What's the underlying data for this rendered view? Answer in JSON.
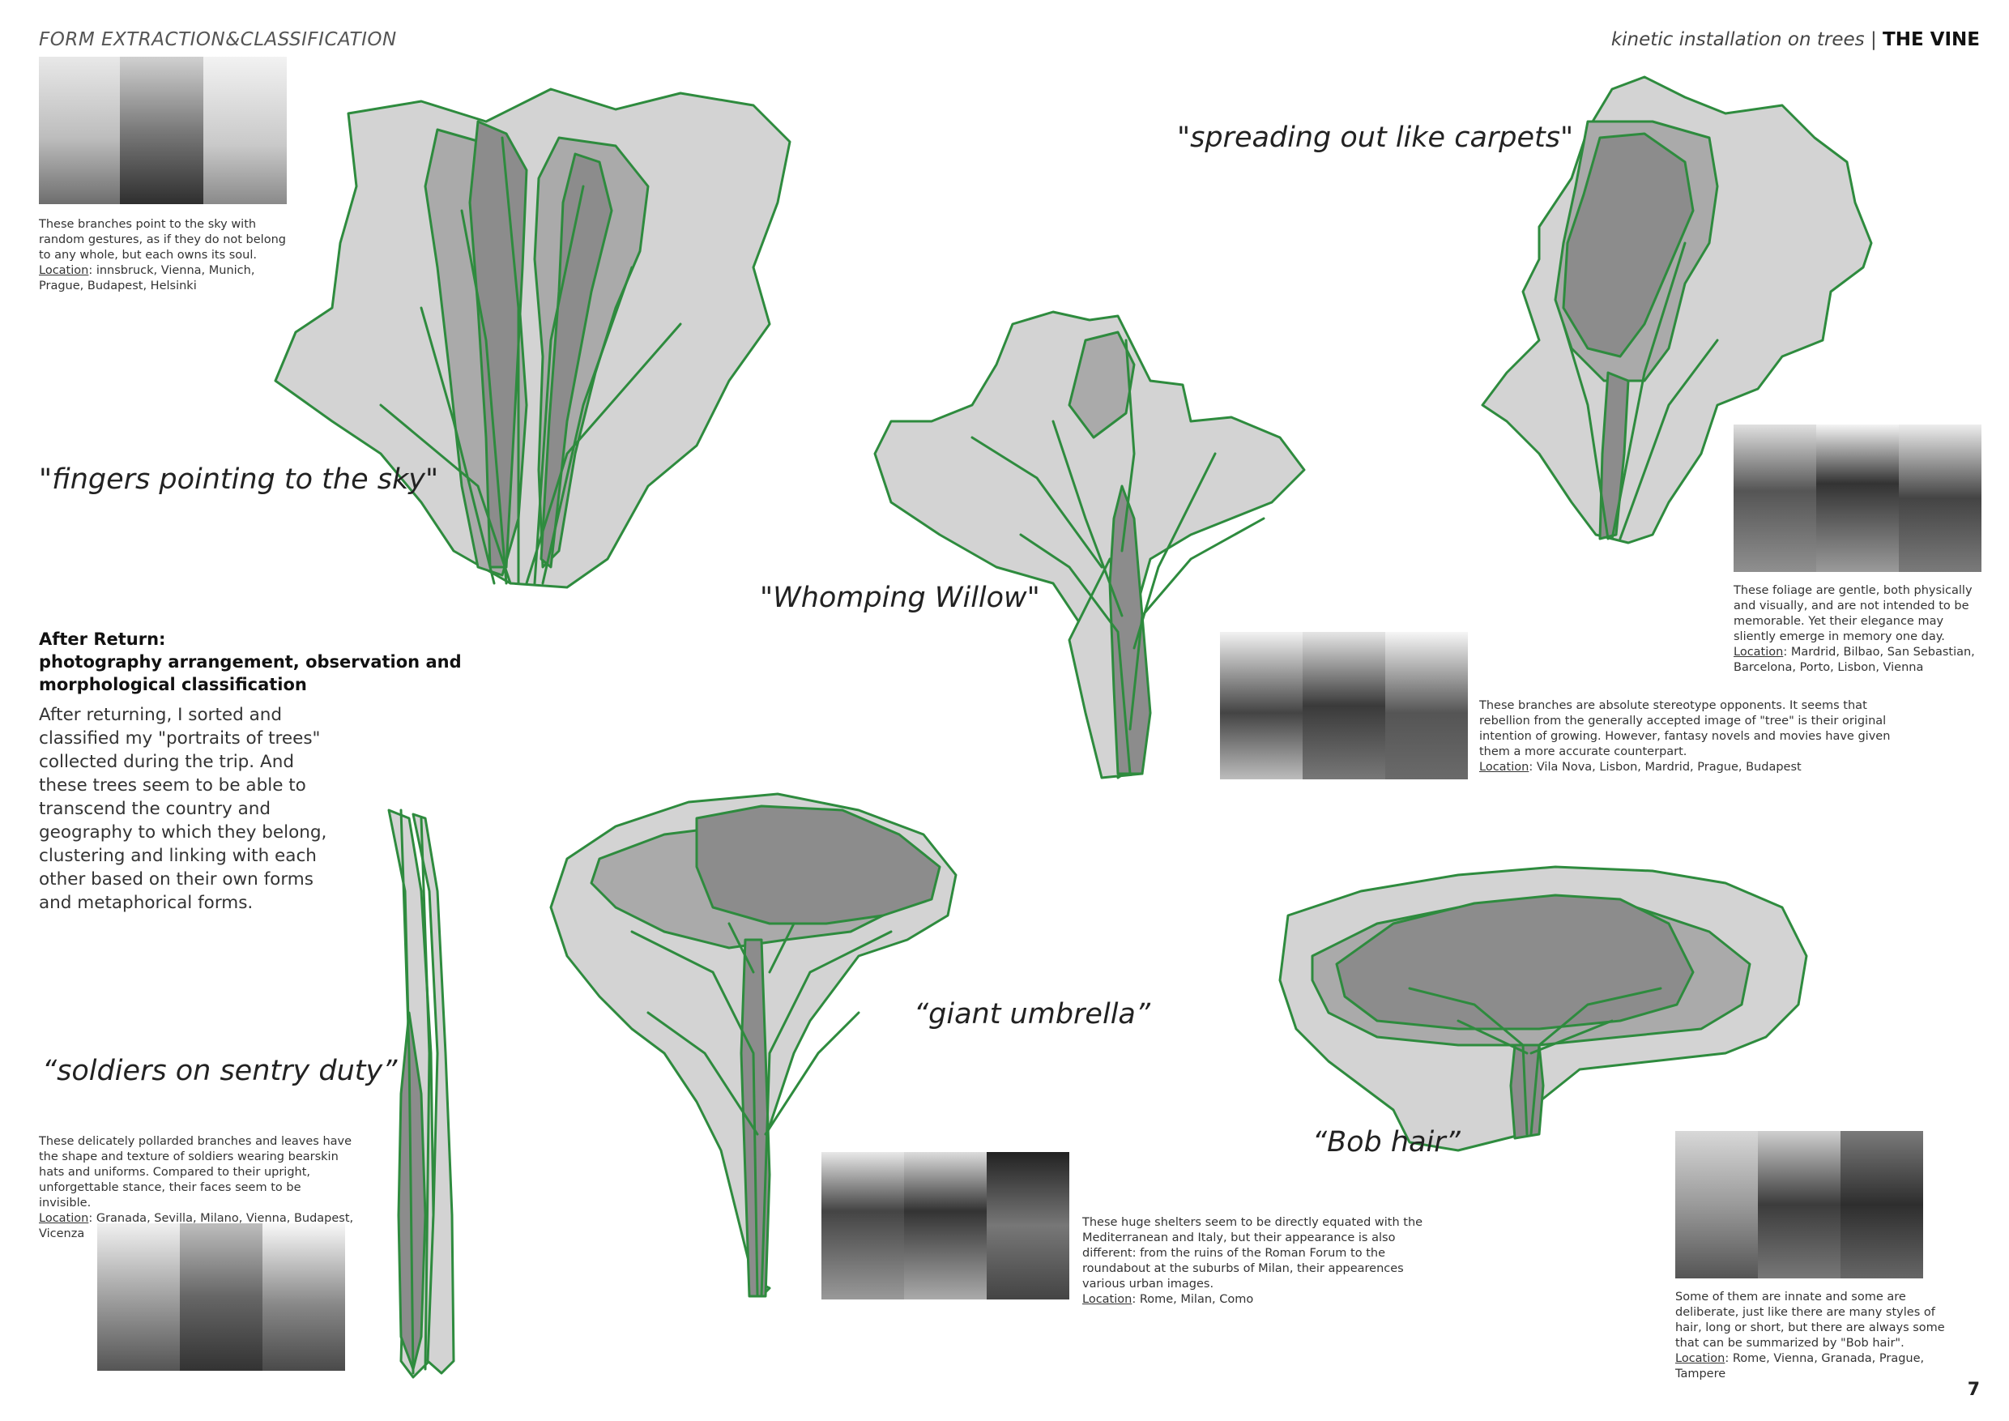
{
  "header": {
    "section": "FORM EXTRACTION&CLASSIFICATION",
    "project_sub": "kinetic installation on trees",
    "separator": "|",
    "project_name": "THE VINE"
  },
  "page_number": "7",
  "intro": {
    "title_line1": "After Return:",
    "title_line2": "photography arrangement, observation and",
    "title_line3": "morphological classification",
    "body": "After returning, I sorted and classified my \"portraits of trees\" collected during the trip. And these trees seem to be able to transcend the country and geography to which they belong, clustering and linking with each other based on their own forms and metaphorical forms."
  },
  "categories": {
    "fingers": {
      "quote": "\"fingers pointing to the sky\"",
      "caption": "These branches point to the sky with random gestures, as if they do not belong to any whole, but each owns its soul.",
      "location_label": "Location",
      "location": ": innsbruck, Vienna, Munich, Prague, Budapest, Helsinki"
    },
    "carpets": {
      "quote": "\"spreading out like carpets\"",
      "caption": "These foliage are gentle, both physically and visually, and are not intended to be memorable. Yet their elegance may sliently emerge in memory one day.",
      "location_label": "Location",
      "location": ": Mardrid, Bilbao, San Sebastian, Barcelona, Porto, Lisbon, Vienna"
    },
    "willow": {
      "quote": "\"Whomping Willow\"",
      "caption": "These branches are absolute stereotype opponents. It seems that rebellion from the generally accepted image of \"tree\" is their original intention of growing. However, fantasy novels and movies have given them a more accurate counterpart.",
      "location_label": "Location",
      "location": ": Vila Nova, Lisbon, Mardrid, Prague, Budapest"
    },
    "soldiers": {
      "quote": "“soldiers on sentry duty”",
      "caption": "These delicately pollarded branches and leaves have the shape and texture of soldiers wearing bearskin hats and uniforms. Compared to their upright, unforgettable stance, their faces seem to be invisible.",
      "location_label": "Location",
      "location": ": Granada, Sevilla, Milano, Vienna, Budapest, Vicenza"
    },
    "umbrella": {
      "quote": "“giant umbrella”",
      "caption": "These huge shelters seem to be directly equated with the Mediterranean and Italy, but their appearance is also different: from the ruins of the Roman Forum to the roundabout at the suburbs of Milan, their appearences various urban images.",
      "location_label": "Location",
      "location": ": Rome, Milan, Como"
    },
    "bob": {
      "quote": "“Bob hair”",
      "caption": "Some of them are innate and some are deliberate, just like there are many styles of hair, long or short, but there are always some that can be summarized by \"Bob hair\".",
      "location_label": "Location",
      "location": ": Rome, Vienna, Granada, Prague, Tampere"
    }
  },
  "colors": {
    "outline_green": "#2e8b3e",
    "light_fill": "#d3d3d3",
    "dark_fill": "#8c8c8c"
  }
}
